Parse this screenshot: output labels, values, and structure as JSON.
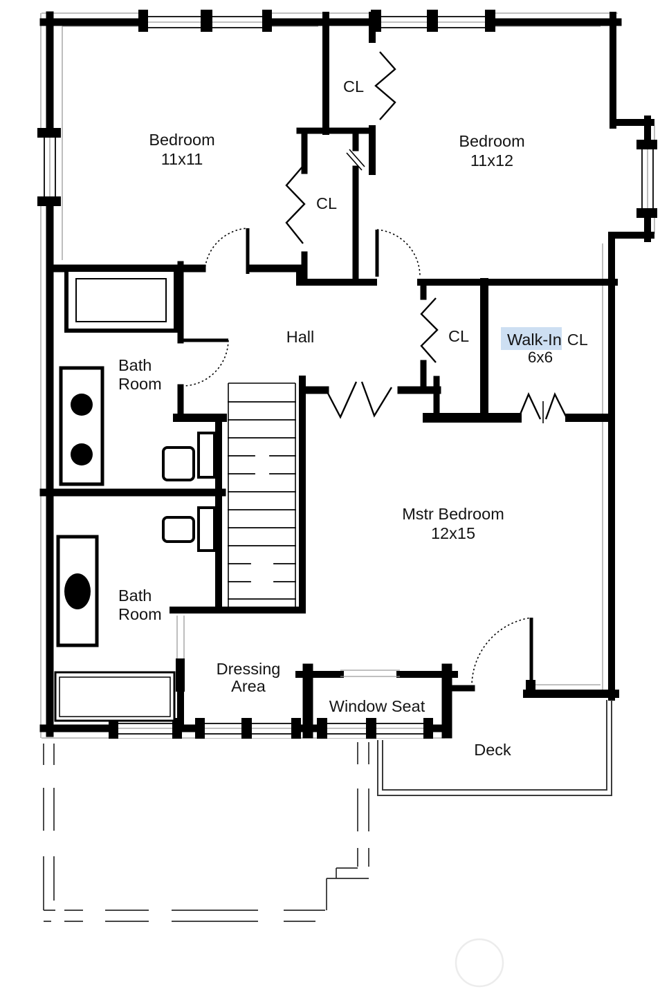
{
  "plan": {
    "rooms": {
      "bedroom1": {
        "name": "Bedroom",
        "size": "11x11"
      },
      "bedroom2": {
        "name": "Bedroom",
        "size": "11x12"
      },
      "closet_top": {
        "name": "CL"
      },
      "closet_bedroom1": {
        "name": "CL"
      },
      "closet_hall": {
        "name": "CL"
      },
      "walk_in": {
        "name": "Walk-In",
        "suffix": "CL",
        "size": "6x6"
      },
      "hall": {
        "name": "Hall"
      },
      "bath1": {
        "line1": "Bath",
        "line2": "Room"
      },
      "bath2": {
        "line1": "Bath",
        "line2": "Room"
      },
      "master": {
        "name": "Mstr Bedroom",
        "size": "12x15"
      },
      "dressing": {
        "line1": "Dressing",
        "line2": "Area"
      },
      "window_seat": {
        "name": "Window Seat"
      },
      "deck": {
        "name": "Deck"
      }
    },
    "colors": {
      "walls": "#000000",
      "background": "#ffffff",
      "walk_in_highlight": "#cddff2",
      "dashed_outline": "#2b2b2b"
    }
  }
}
